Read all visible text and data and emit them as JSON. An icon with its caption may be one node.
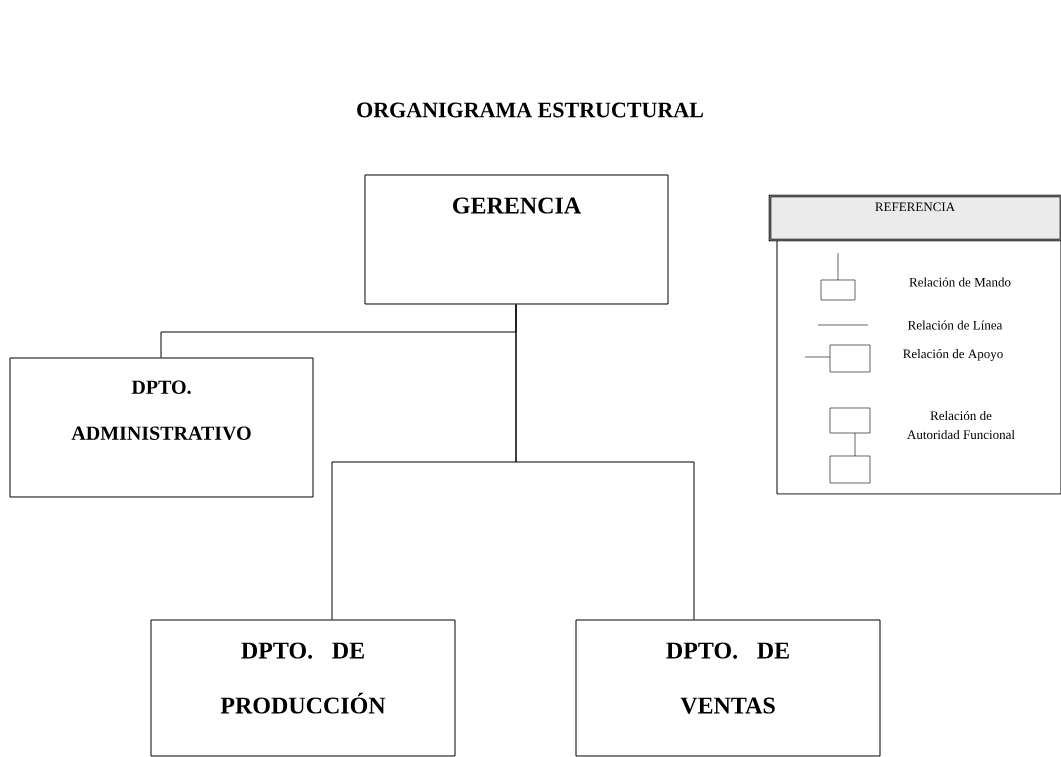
{
  "diagram": {
    "title": "ORGANIGRAMA ESTRUCTURAL",
    "nodes": [
      {
        "text": [
          "GERENCIA"
        ]
      },
      {
        "text": [
          "DPTO. ADMINISTRATIVO"
        ]
      },
      {
        "text": [
          "DPTO. DE PRODUCCIÓN"
        ]
      },
      {
        "text": [
          "DPTO. DE VENTAS"
        ]
      },
      {
        "text": [
          "REFERENCIA"
        ]
      }
    ],
    "edges": [
      {
        "from": 0,
        "to": 1,
        "arrow": "none"
      },
      {
        "from": 0,
        "to": 2,
        "arrow": "none"
      },
      {
        "from": 0,
        "to": 3,
        "arrow": "none"
      }
    ],
    "legend": [
      {
        "text": "Relación de Mando"
      },
      {
        "text": "Relación de Línea"
      },
      {
        "text": "Relación de Apoyo"
      },
      {
        "text": "Relación de Autoridad Funcional"
      }
    ]
  }
}
